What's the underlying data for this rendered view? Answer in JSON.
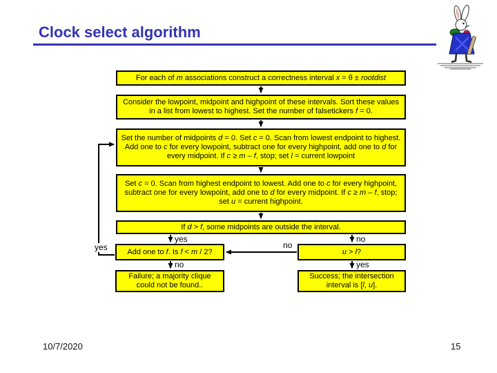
{
  "slide": {
    "title": "Clock select algorithm",
    "date": "10/7/2020",
    "page_number": "15"
  },
  "colors": {
    "title_blue": "#3333B3",
    "box_fill": "#FFFF00",
    "box_border": "#000000",
    "text_color": "#000000",
    "bg": "#FFFFFF"
  },
  "icons": {
    "decoration": "white-rabbit-illustration"
  },
  "flowchart": {
    "intro": {
      "rich": [
        [
          "For each of ",
          0
        ],
        [
          "m",
          1
        ],
        [
          " associations  construct a correctness interval ",
          0
        ],
        [
          "x",
          1
        ],
        [
          " = θ ± ",
          0
        ],
        [
          "rootdist",
          1
        ]
      ]
    },
    "sort": {
      "rich": [
        [
          "Consider the lowpoint, midpoint and highpoint of these intervals. Sort these values in a list from lowest to highest. Set the number of falsetickers  ",
          0
        ],
        [
          "f",
          1
        ],
        [
          " = 0.",
          0
        ]
      ]
    },
    "scan_low": {
      "rich": [
        [
          "Set the number of midpoints ",
          0
        ],
        [
          "d",
          1
        ],
        [
          " = 0. Set ",
          0
        ],
        [
          "c",
          1
        ],
        [
          " = 0. Scan from lowest endpoint to highest. Add one to ",
          0
        ],
        [
          "c",
          1
        ],
        [
          " for every lowpoint, subtract one for every highpoint, add one to ",
          0
        ],
        [
          "d",
          1
        ],
        [
          " for every  midpoint. If ",
          0
        ],
        [
          "c",
          1
        ],
        [
          " ≥ ",
          0
        ],
        [
          "m",
          1
        ],
        [
          " – ",
          0
        ],
        [
          "f",
          1
        ],
        [
          ", stop; set ",
          0
        ],
        [
          "l",
          1
        ],
        [
          " = current lowpoint",
          0
        ]
      ]
    },
    "scan_high": {
      "rich": [
        [
          "Set ",
          0
        ],
        [
          "c",
          1
        ],
        [
          " = 0. Scan from highest endpoint to lowest. Add one to ",
          0
        ],
        [
          "c",
          1
        ],
        [
          " for every highpoint, subtract one for every lowpoint, add one to ",
          0
        ],
        [
          "d",
          1
        ],
        [
          " for every midpoint. If ",
          0
        ],
        [
          "c",
          1
        ],
        [
          " ≥ ",
          0
        ],
        [
          "m",
          1
        ],
        [
          " – ",
          0
        ],
        [
          "f",
          1
        ],
        [
          ", stop; set ",
          0
        ],
        [
          "u",
          1
        ],
        [
          " = current highpoint.",
          0
        ]
      ]
    },
    "midpoint_check": {
      "rich": [
        [
          "If ",
          0
        ],
        [
          "d",
          1
        ],
        [
          " > ",
          0
        ],
        [
          "f",
          1
        ],
        [
          ", some midpoints are outside the interval.",
          0
        ]
      ]
    },
    "add_f": {
      "rich": [
        [
          "Add one to ",
          0
        ],
        [
          "f",
          1
        ],
        [
          ". Is ",
          0
        ],
        [
          "f",
          1
        ],
        [
          " < ",
          0
        ],
        [
          "m",
          1
        ],
        [
          " / 2?",
          0
        ]
      ]
    },
    "u_gt_l": {
      "rich": [
        [
          "u",
          1
        ],
        [
          " > ",
          0
        ],
        [
          "l",
          1
        ],
        [
          "?",
          0
        ]
      ]
    },
    "failure": {
      "rich": [
        [
          "Failure; a majority clique could not be found..",
          0
        ]
      ]
    },
    "success": {
      "rich": [
        [
          "Success; the intersection interval is [",
          0
        ],
        [
          "l",
          1
        ],
        [
          ", ",
          0
        ],
        [
          "u",
          1
        ],
        [
          "].",
          0
        ]
      ]
    },
    "labels": {
      "yes_left_branch": "yes",
      "no_right_branch": "no",
      "no_horizontal": "no",
      "yes_loop": "yes",
      "no_to_failure": "no",
      "yes_to_success": "yes"
    }
  }
}
